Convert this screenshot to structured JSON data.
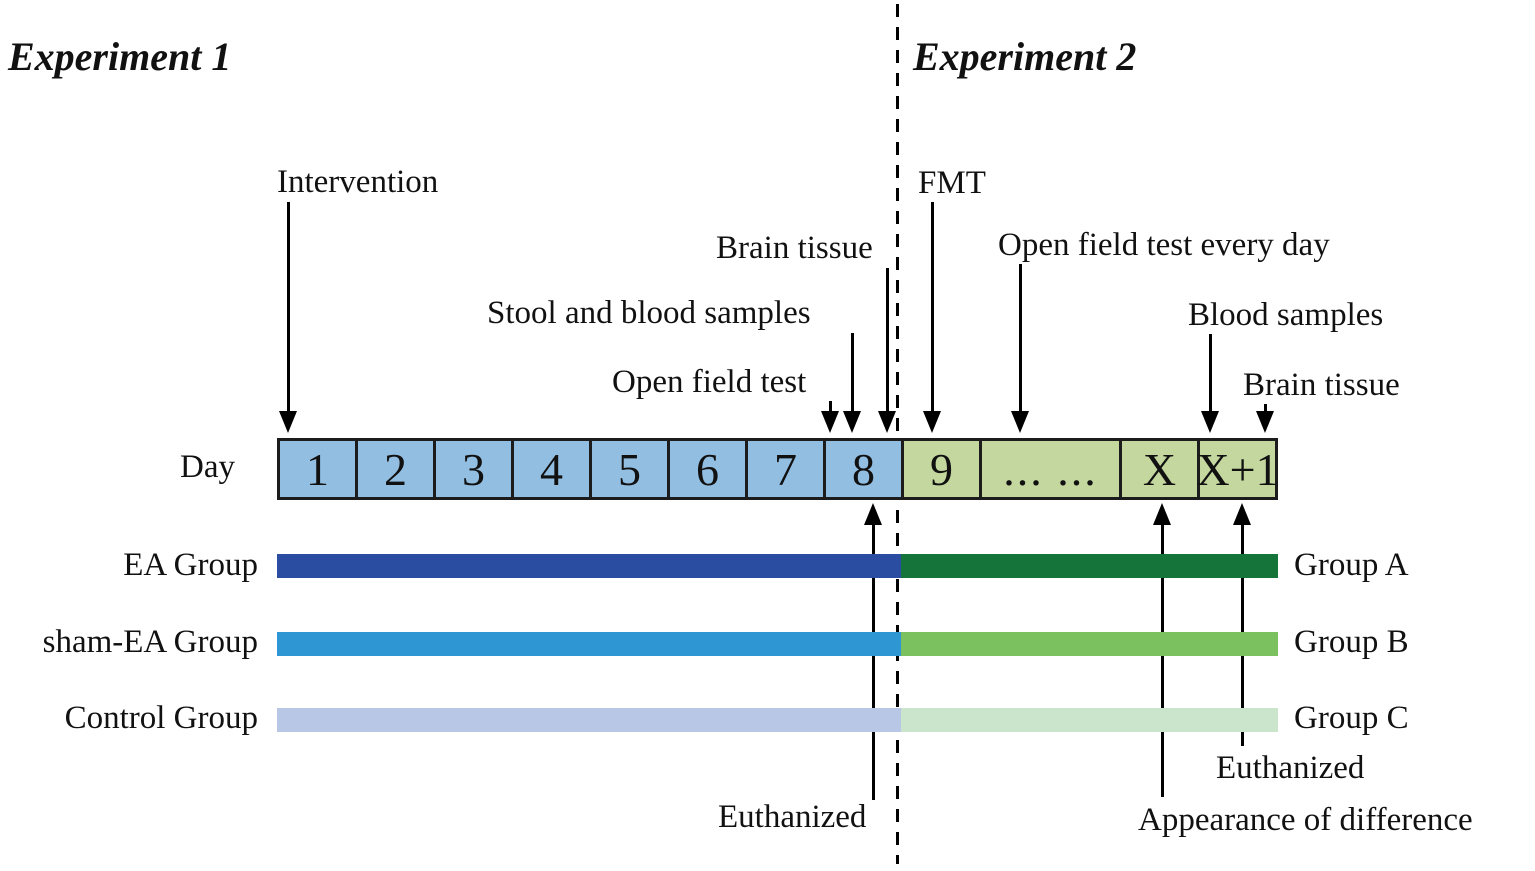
{
  "titles": {
    "experiment1": "Experiment 1",
    "experiment2": "Experiment 2"
  },
  "timeline": {
    "axis_label": "Day",
    "cells": [
      {
        "label": "1",
        "phase": "experiment-1"
      },
      {
        "label": "2",
        "phase": "experiment-1"
      },
      {
        "label": "3",
        "phase": "experiment-1"
      },
      {
        "label": "4",
        "phase": "experiment-1"
      },
      {
        "label": "5",
        "phase": "experiment-1"
      },
      {
        "label": "6",
        "phase": "experiment-1"
      },
      {
        "label": "7",
        "phase": "experiment-1"
      },
      {
        "label": "8",
        "phase": "experiment-1"
      },
      {
        "label": "9",
        "phase": "experiment-2"
      },
      {
        "label": "... ...",
        "phase": "experiment-2"
      },
      {
        "label": "X",
        "phase": "experiment-2"
      },
      {
        "label": "X+1",
        "phase": "experiment-2"
      }
    ]
  },
  "annotations": {
    "top": [
      {
        "label": "Intervention"
      },
      {
        "label": "Brain tissue"
      },
      {
        "label": "Stool and blood samples"
      },
      {
        "label": "Open field test"
      },
      {
        "label": "FMT"
      },
      {
        "label": "Open field test every day"
      },
      {
        "label": "Blood samples"
      },
      {
        "label": "Brain tissue"
      }
    ],
    "bottom": [
      {
        "label": "Euthanized"
      },
      {
        "label": "Appearance of difference"
      },
      {
        "label": "Euthanized"
      }
    ]
  },
  "groups": [
    {
      "left_label": "EA Group",
      "right_label": "Group A",
      "experiment1_color": "#2b4da1",
      "experiment2_color": "#157439"
    },
    {
      "left_label": "sham-EA Group",
      "right_label": "Group B",
      "experiment1_color": "#2e96d3",
      "experiment2_color": "#7bc160"
    },
    {
      "left_label": "Control Group",
      "right_label": "Group C",
      "experiment1_color": "#b9c7e6",
      "experiment2_color": "#cbe4cc"
    }
  ],
  "colors": {
    "experiment1_cell": "#92bee2",
    "experiment2_cell": "#c3d79e",
    "border": "#1c1c1c",
    "text": "#111111"
  }
}
